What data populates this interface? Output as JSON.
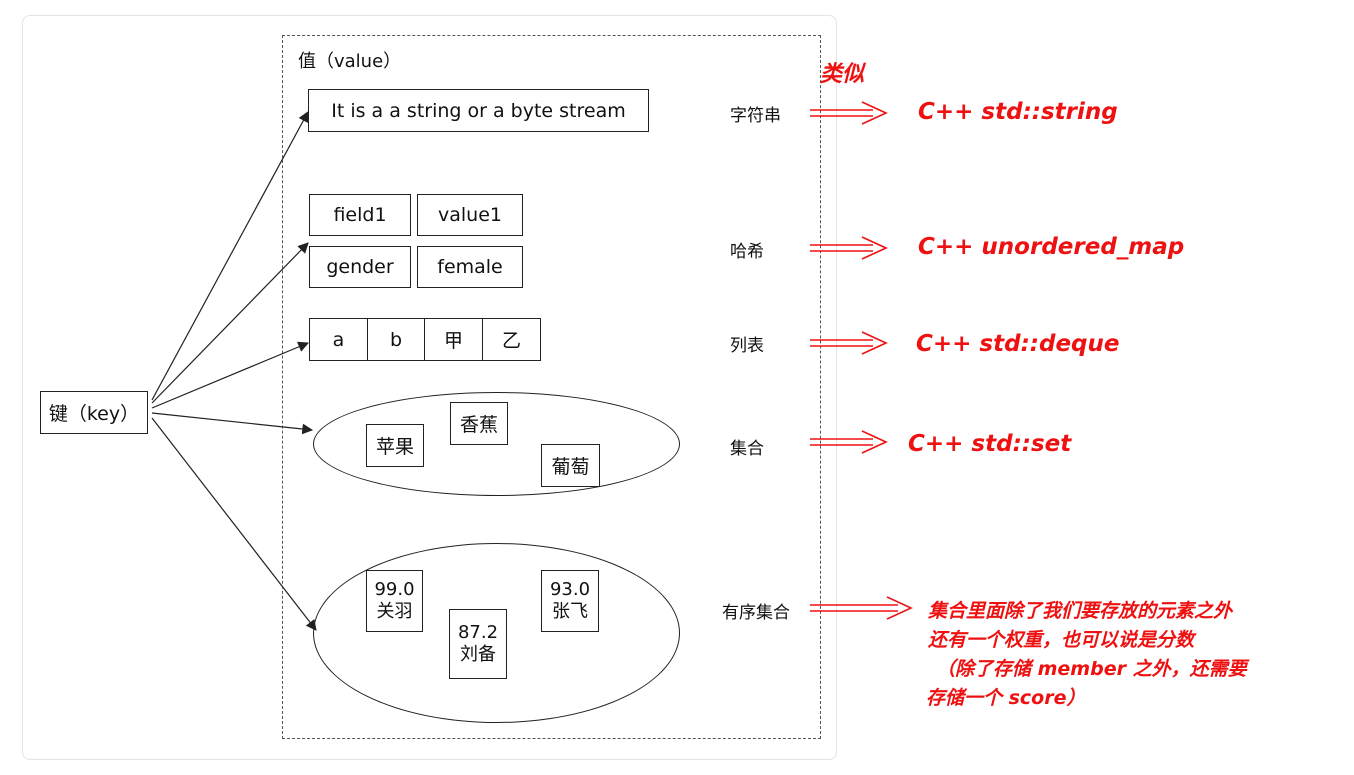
{
  "key_label": "键（key）",
  "value_label": "值（value）",
  "similar_label": "类似",
  "string": {
    "content": "It is a a string or a byte stream",
    "type_label": "字符串",
    "cpp": "C++ std::string"
  },
  "hash": {
    "cells": [
      "field1",
      "value1",
      "gender",
      "female"
    ],
    "type_label": "哈希",
    "cpp": "C++ unordered_map"
  },
  "list": {
    "cells": [
      "a",
      "b",
      "甲",
      "乙"
    ],
    "type_label": "列表",
    "cpp": "C++ std::deque"
  },
  "set": {
    "members": [
      "苹果",
      "香蕉",
      "葡萄"
    ],
    "type_label": "集合",
    "cpp": "C++ std::set"
  },
  "zset": {
    "members": [
      {
        "score": "99.0",
        "name": "关羽"
      },
      {
        "score": "87.2",
        "name": "刘备"
      },
      {
        "score": "93.0",
        "name": "张飞"
      }
    ],
    "type_label": "有序集合",
    "note_lines": [
      "集合里面除了我们要存放的元素之外",
      "还有一个权重，也可以说是分数",
      "（除了存储 member 之外，还需要",
      "存储一个 score）"
    ]
  },
  "colors": {
    "accent": "#ee1111",
    "line": "#222222",
    "border": "#555555"
  }
}
